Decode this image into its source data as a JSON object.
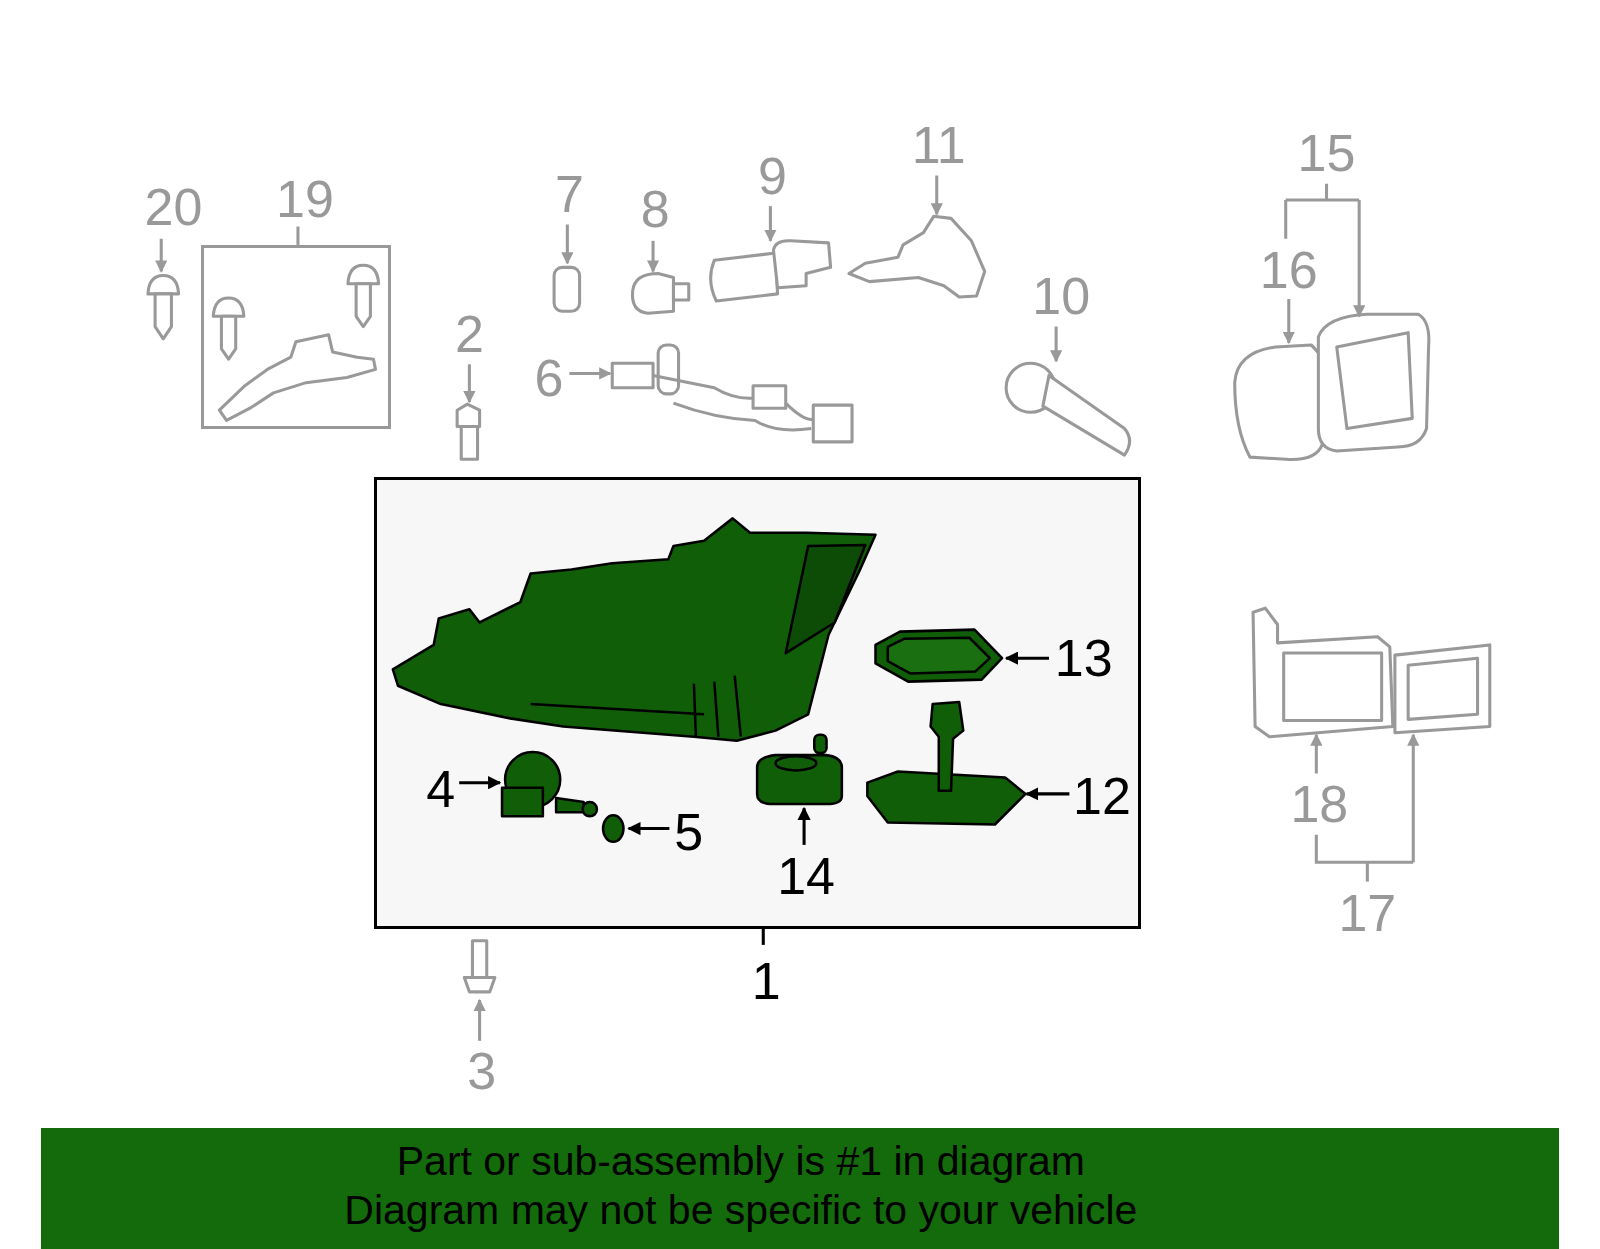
{
  "diagram": {
    "nodes": [
      {
        "text": [
          "19"
        ]
      },
      {
        "text": [
          "1"
        ]
      },
      {
        "text": [
          "Part or sub-assembly is #1 in diagram",
          "Diagram may not be specific to your vehicle"
        ]
      }
    ],
    "labels": [
      "20",
      "7",
      "11",
      "9",
      "8",
      "15",
      "16",
      "2",
      "6",
      "10",
      "13",
      "4",
      "12",
      "5",
      "14",
      "3",
      "18",
      "17"
    ]
  }
}
